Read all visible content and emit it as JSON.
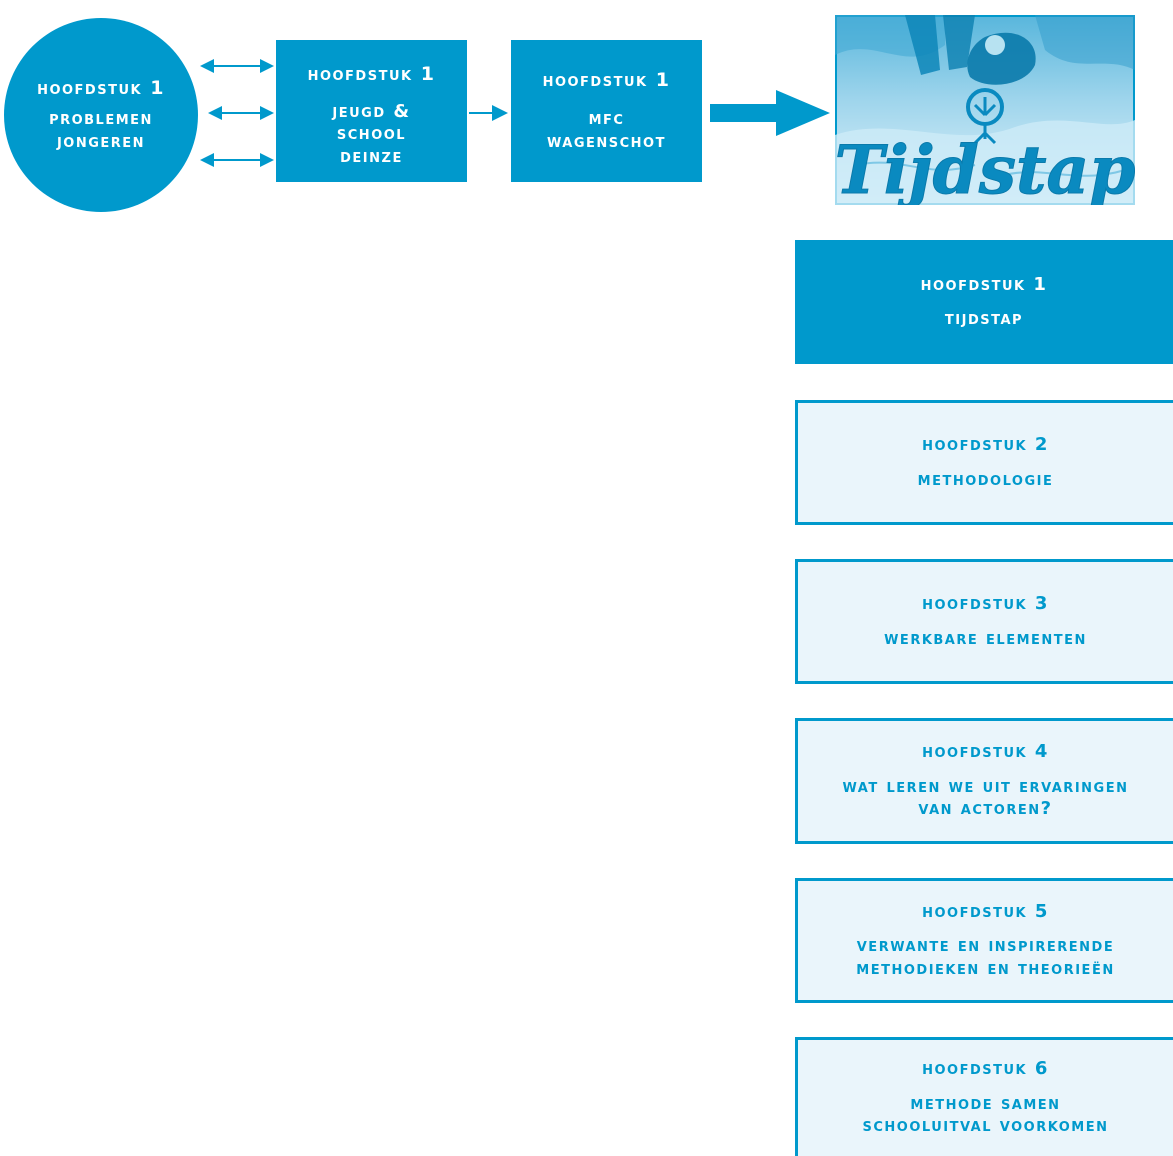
{
  "nodes": {
    "problemen": {
      "head": "HOOFDSTUK 1",
      "line1": "PROBLEMEN",
      "line2": "JONGEREN"
    },
    "jeugd": {
      "head": "HOOFDSTUK 1",
      "line1": "JEUGD &",
      "line2": "SCHOOL",
      "line3": "DEINZE"
    },
    "mfc": {
      "head": "HOOFDSTUK 1",
      "line1": "MFC",
      "line2": "WAGENSCHOT"
    }
  },
  "logo": {
    "text": "Tijdstap"
  },
  "chapters": [
    {
      "head": "HOOFDSTUK 1",
      "line1": "TIJDSTAP",
      "line2": "",
      "active": true
    },
    {
      "head": "HOOFDSTUK 2",
      "line1": "METHODOLOGIE",
      "line2": "",
      "active": false
    },
    {
      "head": "HOOFDSTUK 3",
      "line1": "WERKBARE ELEMENTEN",
      "line2": "",
      "active": false
    },
    {
      "head": "HOOFDSTUK 4",
      "line1": "WAT LEREN WE UIT ERVARINGEN",
      "line2": "VAN ACTOREN?",
      "active": false
    },
    {
      "head": "HOOFDSTUK 5",
      "line1": "VERWANTE EN INSPIRERENDE",
      "line2": "METHODIEKEN EN THEORIEËN",
      "active": false
    },
    {
      "head": "HOOFDSTUK 6",
      "line1": "METHODE SAMEN",
      "line2": "SCHOOLUITVAL VOORKOMEN",
      "active": false
    }
  ],
  "colors": {
    "primary": "#0099cc",
    "light_fill": "#eaf5fb",
    "text_on_primary": "#ffffff"
  }
}
